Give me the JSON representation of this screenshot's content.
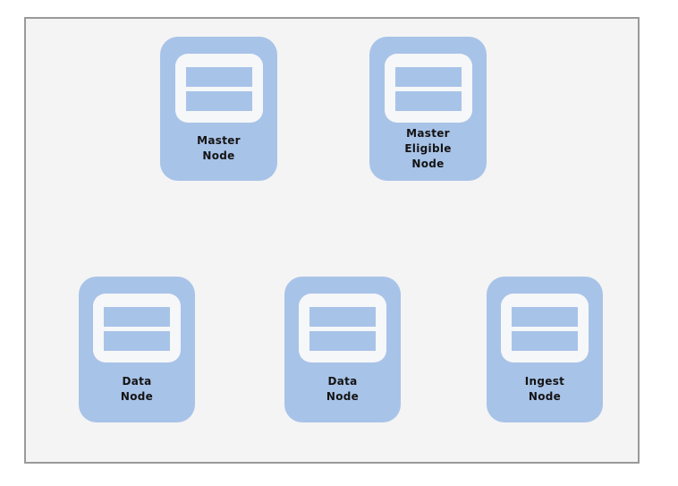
{
  "diagram": {
    "panel": {
      "outer_background": "#ffffff",
      "background": "#f4f4f4",
      "border_color": "#9a9a9a"
    },
    "node_style": {
      "fill": "#a8c3e8",
      "icon": "server-icon",
      "icon_fill": "#f6f7f9",
      "icon_bar_fill": "#a8c3e8",
      "label_color": "#141414"
    },
    "nodes": [
      {
        "id": "master-node",
        "label": "Master\nNode"
      },
      {
        "id": "master-eligible-node",
        "label": "Master\nEligible\nNode"
      },
      {
        "id": "data-node-1",
        "label": "Data\nNode"
      },
      {
        "id": "data-node-2",
        "label": "Data\nNode"
      },
      {
        "id": "ingest-node",
        "label": "Ingest\nNode"
      }
    ]
  }
}
